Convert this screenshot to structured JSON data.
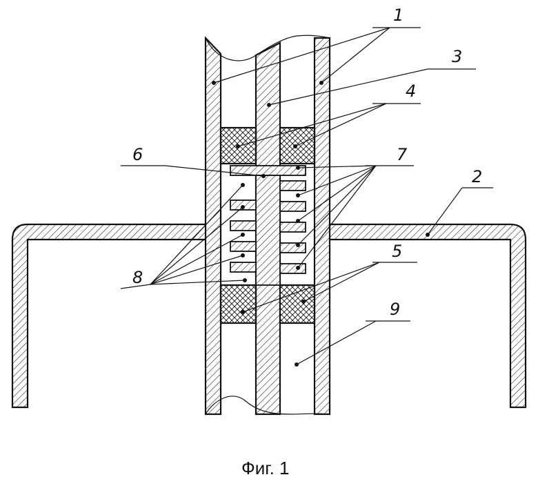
{
  "figure": {
    "caption": "Фиг. 1",
    "part_labels": [
      "1",
      "2",
      "3",
      "4",
      "5",
      "6",
      "7",
      "8",
      "9"
    ]
  }
}
